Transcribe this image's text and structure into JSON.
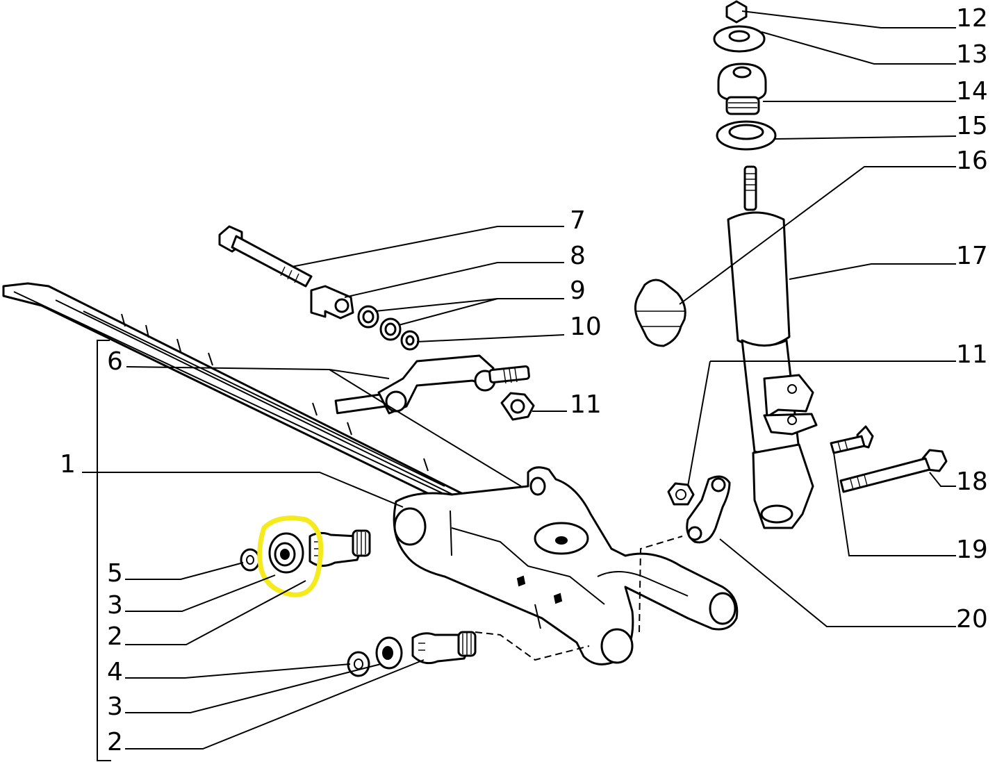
{
  "diagram": {
    "callouts_right": [
      "12",
      "13",
      "14",
      "15",
      "16",
      "7",
      "17",
      "8",
      "9",
      "10",
      "11",
      "11",
      "18",
      "19",
      "20"
    ],
    "callouts_left": [
      "6",
      "1",
      "5",
      "3",
      "2",
      "4",
      "3",
      "2"
    ],
    "highlight": {
      "color": "#f4ea1c",
      "target_part": "3"
    }
  }
}
